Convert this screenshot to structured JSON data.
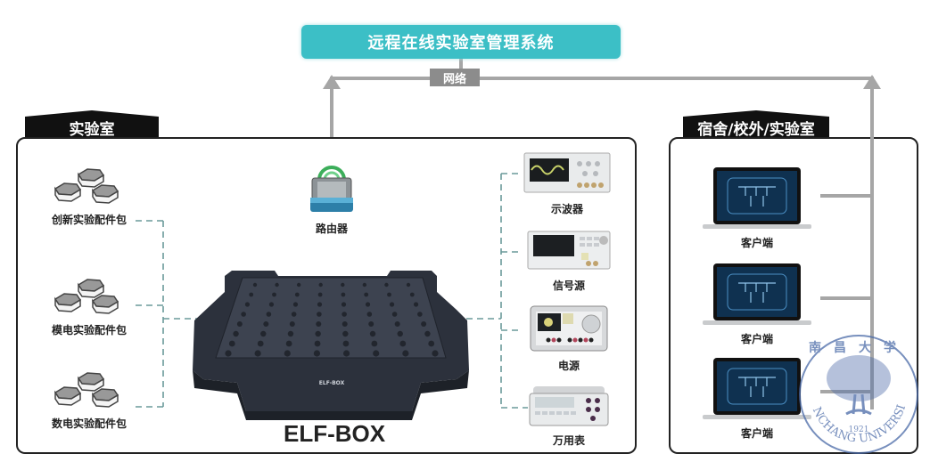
{
  "header": {
    "system_title": "远程在线实验室管理系统",
    "network_label": "网络"
  },
  "lab_panel": {
    "tab_label": "实验室",
    "kits": [
      {
        "label": "创新实验配件包",
        "icon": "hexagon-blocks-icon"
      },
      {
        "label": "模电实验配件包",
        "icon": "hexagon-blocks-icon"
      },
      {
        "label": "数电实验配件包",
        "icon": "hexagon-blocks-icon"
      }
    ],
    "router": {
      "label": "路由器",
      "icon": "router-icon"
    },
    "device": {
      "label": "ELF-BOX",
      "engraving": "ELF-BOX"
    },
    "instruments": [
      {
        "label": "示波器",
        "icon": "oscilloscope-icon"
      },
      {
        "label": "信号源",
        "icon": "signal-generator-icon"
      },
      {
        "label": "电源",
        "icon": "power-supply-icon"
      },
      {
        "label": "万用表",
        "icon": "multimeter-icon"
      }
    ]
  },
  "remote_panel": {
    "tab_label": "宿舍/校外/实验室",
    "clients": [
      {
        "label": "客户端",
        "icon": "laptop-icon"
      },
      {
        "label": "客户端",
        "icon": "laptop-icon"
      },
      {
        "label": "客户端",
        "icon": "laptop-icon"
      }
    ]
  },
  "watermark": {
    "text_cn": "南昌大学",
    "text_en": "NANCHANG UNIVERSITY",
    "year": "1921"
  },
  "colors": {
    "accent": "#3cbfc6",
    "connector": "#a0a0a0",
    "dashed": "#6a9a9a",
    "device": "#2f3440",
    "watermark": "#4a6aa8"
  }
}
